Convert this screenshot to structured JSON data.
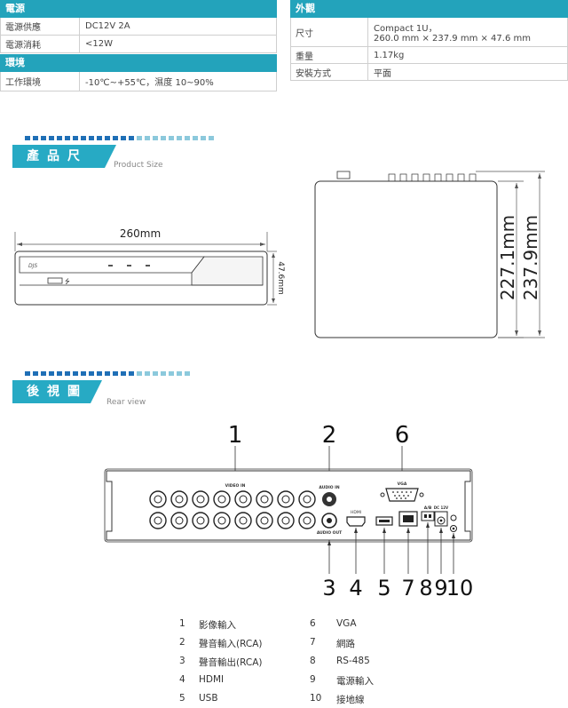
{
  "specs_left": {
    "power_heading": "電源",
    "power_rows": [
      {
        "k": "電源供應",
        "v": "DC12V 2A"
      },
      {
        "k": "電源消耗",
        "v": "<12W"
      }
    ],
    "env_heading": "環境",
    "env_rows": [
      {
        "k": "工作環境",
        "v": "-10℃~+55℃，濕度 10~90%"
      }
    ]
  },
  "specs_right": {
    "heading": "外觀",
    "size_label": "尺寸",
    "size_line1": "Compact 1U，",
    "size_line2": "260.0 mm × 237.9 mm × 47.6 mm",
    "weight_label": "重量",
    "weight_value": "1.17kg",
    "mount_label": "安裝方式",
    "mount_value": "平面"
  },
  "section_size": {
    "title": "產品尺寸",
    "subtitle": "Product Size"
  },
  "section_rear": {
    "title": "後視圖",
    "subtitle": "Rear view"
  },
  "front_view": {
    "width_label": "260mm",
    "height_label": "47.6mm",
    "brand": "DJS"
  },
  "top_view": {
    "depth_label": "227.1mm",
    "overall_label": "237.9mm"
  },
  "rear_panel": {
    "labels": {
      "video_in": "VIDEO IN",
      "audio_in": "AUDIO IN",
      "audio_out": "AUDIO OUT",
      "vga": "VGA",
      "hdmi": "HDMI",
      "rs485": "A/B",
      "dc": "DC 12V"
    },
    "callouts_top": [
      "1",
      "2",
      "6"
    ],
    "callouts_bottom": [
      "3",
      "4",
      "5",
      "7",
      "8",
      "9",
      "10"
    ]
  },
  "legend": [
    {
      "n": "1",
      "label": "影像輸入"
    },
    {
      "n": "2",
      "label": "聲音輸入(RCA)"
    },
    {
      "n": "3",
      "label": "聲音輸出(RCA)"
    },
    {
      "n": "4",
      "label": "HDMI"
    },
    {
      "n": "5",
      "label": "USB"
    },
    {
      "n": "6",
      "label": "VGA"
    },
    {
      "n": "7",
      "label": "網路"
    },
    {
      "n": "8",
      "label": "RS-485"
    },
    {
      "n": "9",
      "label": "電源輸入"
    },
    {
      "n": "10",
      "label": "接地線"
    }
  ]
}
